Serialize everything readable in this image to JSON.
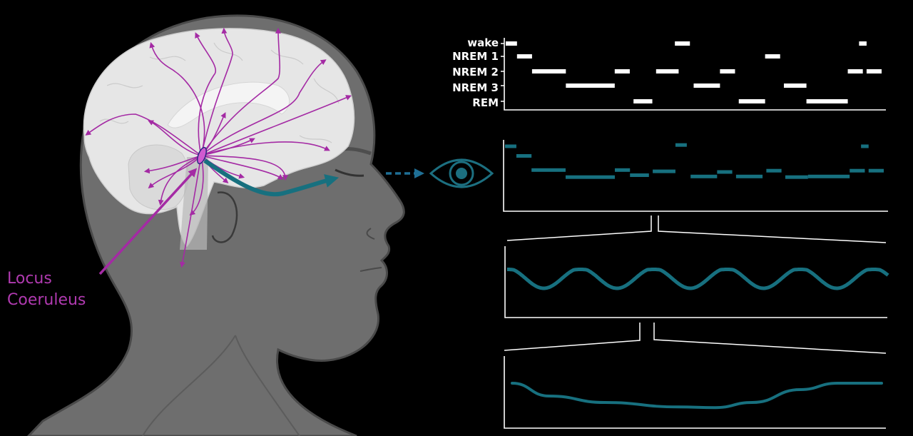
{
  "figure": {
    "annotation_label": [
      "Locus",
      "Coeruleus"
    ],
    "colors": {
      "background": "#000000",
      "head_fill": "#6e6e6e",
      "head_outline": "#4a4a4a",
      "brain_fill": "#e6e6e6",
      "projection_magenta": "#a42aa4",
      "label_magenta": "#b03ab0",
      "teal": "#17707f",
      "eye_teal": "#1c6f80",
      "arrow_blue": "#1f6f95",
      "axis_white": "#ffffff"
    },
    "icons": {
      "eye": "eye-icon",
      "dashed_arrow": "dashed-arrow-right-icon",
      "lc_to_eye_arrow": "curved-arrow-icon"
    }
  },
  "chart_data": [
    {
      "type": "hypnogram",
      "title": "",
      "ylabel": "",
      "xlabel": "",
      "categories": [
        "wake",
        "NREM 1",
        "NREM 2",
        "NREM 3",
        "REM"
      ],
      "color": "#ffffff",
      "segments": [
        {
          "stage": "wake",
          "x0": 0.0,
          "x1": 0.03
        },
        {
          "stage": "NREM 1",
          "x0": 0.03,
          "x1": 0.07
        },
        {
          "stage": "NREM 2",
          "x0": 0.07,
          "x1": 0.16
        },
        {
          "stage": "NREM 3",
          "x0": 0.16,
          "x1": 0.29
        },
        {
          "stage": "NREM 2",
          "x0": 0.29,
          "x1": 0.33
        },
        {
          "stage": "REM",
          "x0": 0.34,
          "x1": 0.39
        },
        {
          "stage": "NREM 2",
          "x0": 0.4,
          "x1": 0.46
        },
        {
          "stage": "wake",
          "x0": 0.45,
          "x1": 0.49
        },
        {
          "stage": "NREM 3",
          "x0": 0.5,
          "x1": 0.57
        },
        {
          "stage": "NREM 2",
          "x0": 0.57,
          "x1": 0.61
        },
        {
          "stage": "REM",
          "x0": 0.62,
          "x1": 0.69
        },
        {
          "stage": "NREM 1",
          "x0": 0.69,
          "x1": 0.73
        },
        {
          "stage": "NREM 3",
          "x0": 0.74,
          "x1": 0.8
        },
        {
          "stage": "REM",
          "x0": 0.8,
          "x1": 0.91
        },
        {
          "stage": "NREM 2",
          "x0": 0.91,
          "x1": 0.95
        },
        {
          "stage": "wake",
          "x0": 0.94,
          "x1": 0.96
        },
        {
          "stage": "NREM 2",
          "x0": 0.96,
          "x1": 1.0
        }
      ]
    },
    {
      "type": "step",
      "title": "",
      "ylabel": "",
      "xlabel": "",
      "description": "Pupil-size trace tracking sleep stages (teal)",
      "color": "#17707f",
      "segments": [
        {
          "y": 0.05,
          "x0": 0.0,
          "x1": 0.03
        },
        {
          "y": 0.2,
          "x0": 0.03,
          "x1": 0.07
        },
        {
          "y": 0.42,
          "x0": 0.07,
          "x1": 0.16
        },
        {
          "y": 0.53,
          "x0": 0.16,
          "x1": 0.29
        },
        {
          "y": 0.42,
          "x0": 0.29,
          "x1": 0.33
        },
        {
          "y": 0.5,
          "x0": 0.33,
          "x1": 0.38
        },
        {
          "y": 0.44,
          "x0": 0.39,
          "x1": 0.45
        },
        {
          "y": 0.03,
          "x0": 0.45,
          "x1": 0.48
        },
        {
          "y": 0.52,
          "x0": 0.49,
          "x1": 0.56
        },
        {
          "y": 0.45,
          "x0": 0.56,
          "x1": 0.6
        },
        {
          "y": 0.52,
          "x0": 0.61,
          "x1": 0.68
        },
        {
          "y": 0.43,
          "x0": 0.69,
          "x1": 0.73
        },
        {
          "y": 0.53,
          "x0": 0.74,
          "x1": 0.8
        },
        {
          "y": 0.52,
          "x0": 0.8,
          "x1": 0.91
        },
        {
          "y": 0.43,
          "x0": 0.91,
          "x1": 0.95
        },
        {
          "y": 0.05,
          "x0": 0.94,
          "x1": 0.96
        },
        {
          "y": 0.43,
          "x0": 0.96,
          "x1": 1.0
        }
      ]
    },
    {
      "type": "line",
      "title": "",
      "ylabel": "",
      "xlabel": "",
      "description": "Zoomed pupil oscillation (~5 cycles)",
      "color": "#17707f",
      "cycles": 5.2,
      "amplitude": 0.5
    },
    {
      "type": "line",
      "title": "",
      "ylabel": "",
      "xlabel": "",
      "description": "Further zoomed pupil trace: slow dip then rise and plateau",
      "color": "#17707f",
      "points": [
        [
          0.0,
          0.3
        ],
        [
          0.1,
          0.5
        ],
        [
          0.25,
          0.6
        ],
        [
          0.45,
          0.67
        ],
        [
          0.55,
          0.68
        ],
        [
          0.65,
          0.6
        ],
        [
          0.78,
          0.4
        ],
        [
          0.88,
          0.3
        ],
        [
          1.0,
          0.3
        ]
      ]
    }
  ]
}
